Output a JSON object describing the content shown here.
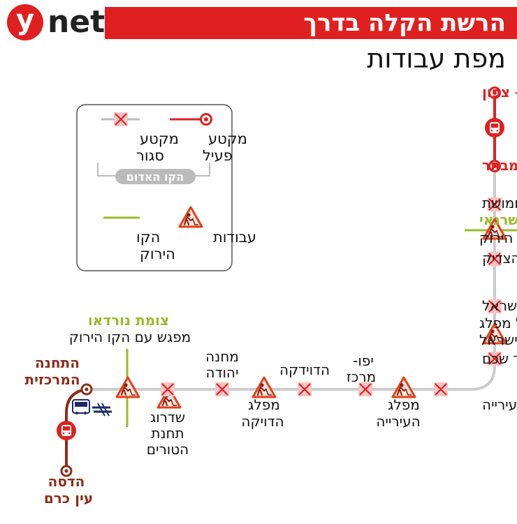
{
  "header": {
    "logo_letter": "y",
    "logo_text": "net",
    "title": "הרשת הקלה בדרך",
    "subtitle": "מפת עבודות"
  },
  "legend": {
    "active_segment": [
      "מקטע",
      "פעיל"
    ],
    "closed_segment": [
      "מקטע",
      "סגור"
    ],
    "red_line": "הקו האדום",
    "works": "עבודות",
    "green_line": [
      "הקו",
      "הירוק"
    ]
  },
  "stations": {
    "neve_yaakov": "נווה יעקב – צפון",
    "givat_hamivtar": "גבעת המבתר",
    "givat_hatachmoshet": "גבעת התחמושת",
    "tsomet_shragai": "צומת שרגאי",
    "mifgash_green_1": "מפגש עם הקו הירוק",
    "shimon_hatsadik": "שמעון הצדיק",
    "shivtei_israel": "שבטי ישראל",
    "hashmal_mifleg": [
      "חשמול מפלג",
      "שבטי ישראל"
    ],
    "shaar_shchem": "שער שכם",
    "hairiya": "העירייה",
    "mifleg_hairiya": [
      "מפלג",
      "העירייה"
    ],
    "yafo_merkaz": [
      "יפו-",
      "מרכז"
    ],
    "hadavidka": "הדוידקה",
    "mifleg_hadavidka": [
      "מפלג",
      "הדויקה"
    ],
    "machane_yehuda": [
      "מחנה",
      "יהודה"
    ],
    "shidrug": [
      "שדרוג",
      "תחנת",
      "הטורים"
    ],
    "tsomet_nordau": "צומת נורדאו",
    "mifgash_green_2": "מפגש עם הקו הירוק",
    "tachana_merkazit": [
      "התחנה",
      "המרכזית"
    ],
    "hadassah": [
      "הדסה",
      "עין כרם"
    ]
  },
  "colors": {
    "red": "#e02020",
    "dark_red": "#a02020",
    "brown": "#8b2e1a",
    "green": "#9bbb2a",
    "gray": "#cccccc",
    "navy": "#1a2b6b"
  }
}
